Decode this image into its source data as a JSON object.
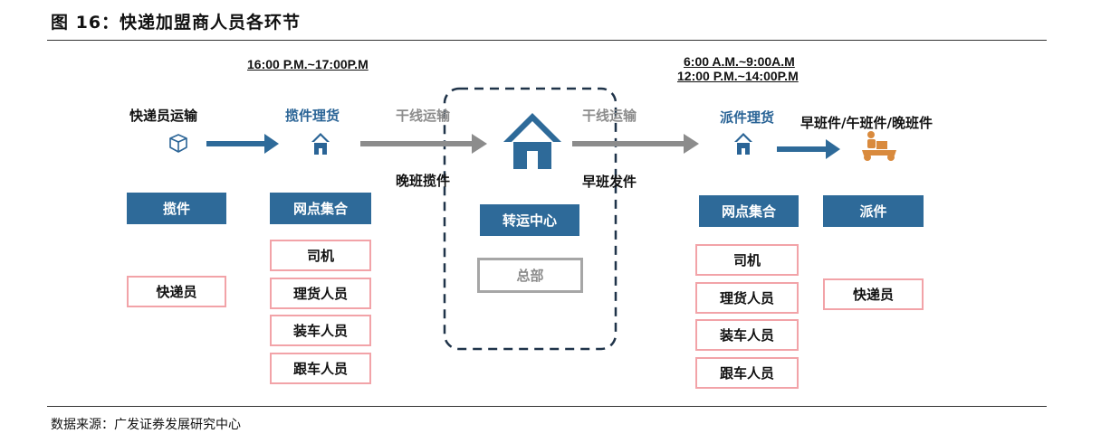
{
  "figure": {
    "title": "图 16：快递加盟商人员各环节",
    "source": "数据来源：广发证券发展研究中心"
  },
  "times": {
    "left": "16:00 P.M.~17:00P.M",
    "right_line1": "6:00 A.M.~9:00A.M",
    "right_line2": "12:00 P.M.~14:00P.M"
  },
  "flow": {
    "courier_transport": "快递员运输",
    "pickup_sorting": "揽件理货",
    "trunk_transport_1": "干线运输",
    "trunk_transport_2": "干线运输",
    "delivery_sorting": "派件理货",
    "shifts": "早班件/午班件/晚班件",
    "evening_pickup": "晚班揽件",
    "morning_dispatch": "早班发件"
  },
  "stages": {
    "pickup": "揽件",
    "outlet_gather_left": "网点集合",
    "transfer_center": "转运中心",
    "outlet_gather_right": "网点集合",
    "delivery": "派件"
  },
  "roles": {
    "left_courier": "快递员",
    "left_staff": [
      "司机",
      "理货人员",
      "装车人员",
      "跟车人员"
    ],
    "headquarters": "总部",
    "right_staff": [
      "司机",
      "理货人员",
      "装车人员",
      "跟车人员"
    ],
    "right_courier": "快递员"
  },
  "colors": {
    "blue": "#2E6A99",
    "pink_border": "#F2A3A8",
    "grey": "#8C8C8C",
    "dark_navy": "#1F3349",
    "orange": "#D98A3D"
  },
  "icons": [
    "box-icon",
    "house-icon",
    "delivery-scooter-icon"
  ]
}
